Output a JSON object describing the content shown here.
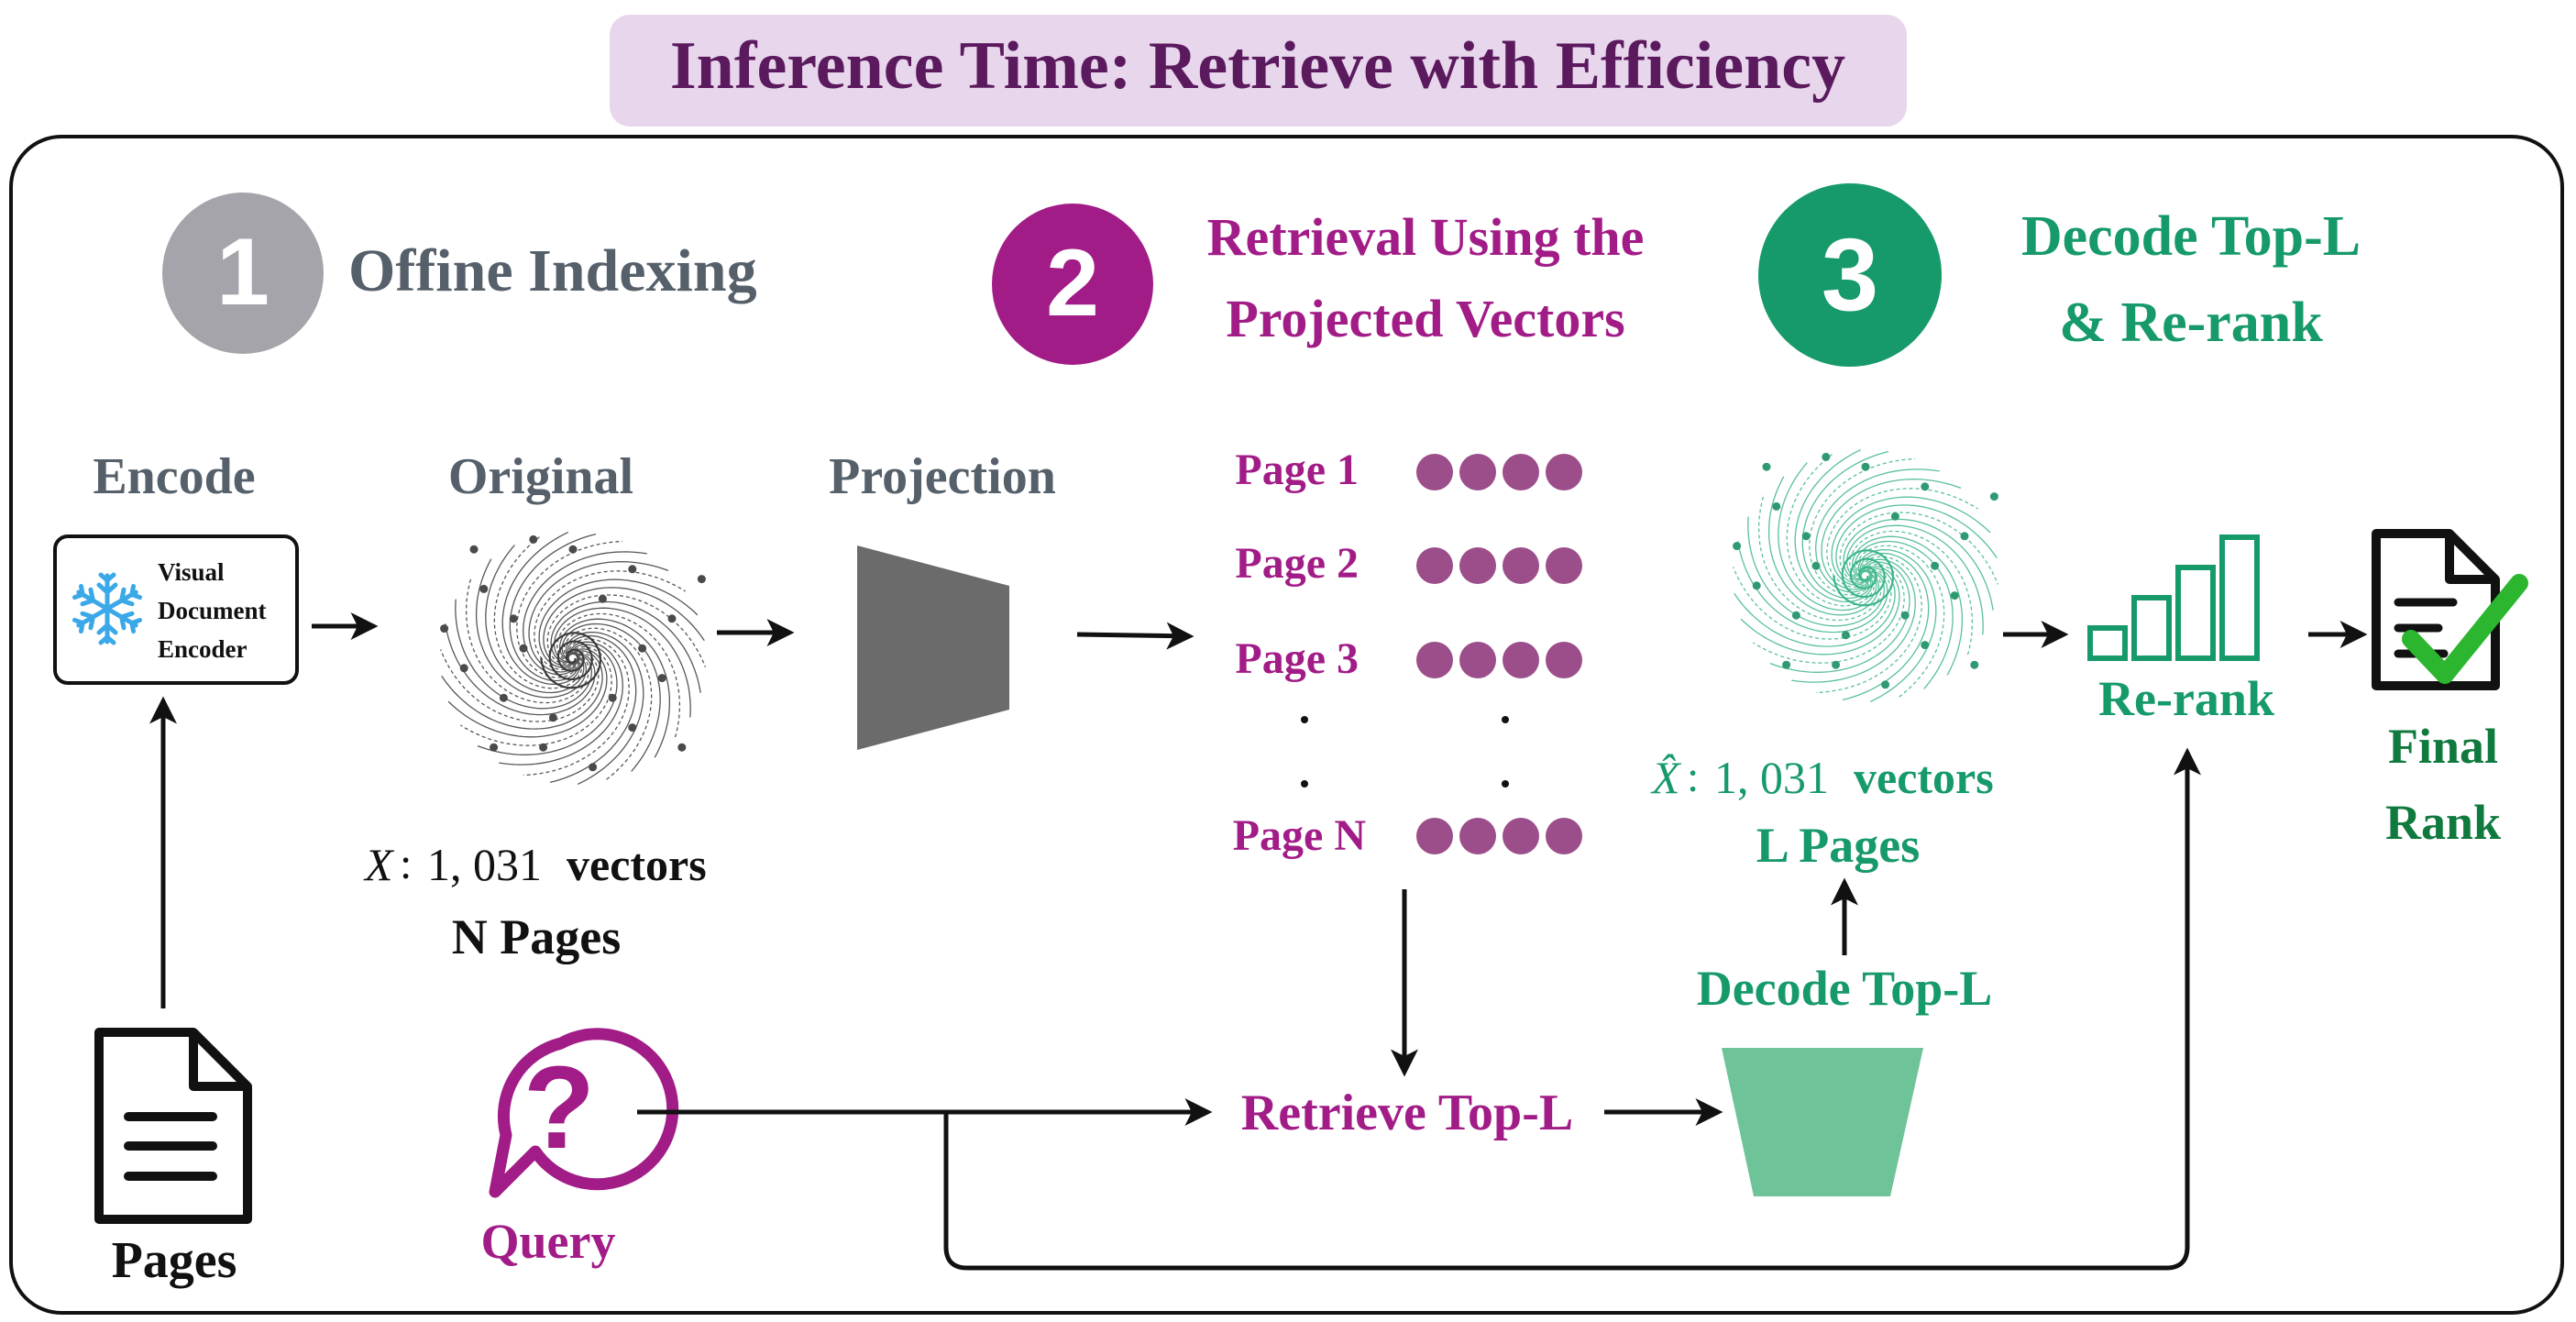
{
  "title": "Inference Time: Retrieve with Efficiency",
  "colors": {
    "title_bg": "#E8D6EC",
    "title_text": "#5B1A5E",
    "gray_text": "#56606B",
    "gray_circle": "#A5A4AA",
    "purple": "#A21C87",
    "dot_purple": "#9C4E8A",
    "green": "#179A6A",
    "green_dark": "#107A3E",
    "green_fill": "#6EC498",
    "projection_gray": "#6B6B6B",
    "snowflake": "#3BA8E8",
    "black": "#111111"
  },
  "stages": [
    {
      "number": "1",
      "label": "Offine Indexing",
      "icon": "stage-1-circle"
    },
    {
      "number": "2",
      "label_line1": "Retrieval Using the",
      "label_line2": "Projected Vectors",
      "icon": "stage-2-circle"
    },
    {
      "number": "3",
      "label_line1": "Decode Top-L",
      "label_line2": "& Re-rank",
      "icon": "stage-3-circle"
    }
  ],
  "columns": {
    "encode": "Encode",
    "original": "Original",
    "projection": "Projection"
  },
  "encoder": {
    "icon": "snowflake-icon",
    "line1": "Visual",
    "line2": "Document",
    "line3": "Encoder"
  },
  "original": {
    "vec_var": "X",
    "vec_count": "1, 031",
    "vec_word": "vectors",
    "pages": "N Pages"
  },
  "page_list": {
    "items": [
      "Page 1",
      "Page 2",
      "Page 3",
      "Page N"
    ],
    "dots_per_page": 4
  },
  "decoded": {
    "vec_var": "X̂",
    "vec_count": "1, 031",
    "vec_word": "vectors",
    "pages": "L Pages",
    "decode_label": "Decode Top-L"
  },
  "rerank": {
    "icon": "bar-chart-icon",
    "label": "Re-rank",
    "bar_levels": [
      0.25,
      0.5,
      0.75,
      1.0
    ]
  },
  "final": {
    "icon": "checked-document-icon",
    "line1": "Final",
    "line2": "Rank"
  },
  "pages_input": {
    "icon": "document-icon",
    "label": "Pages"
  },
  "query": {
    "icon": "question-bubble-icon",
    "label": "Query"
  },
  "retrieve": {
    "label": "Retrieve Top-L"
  }
}
